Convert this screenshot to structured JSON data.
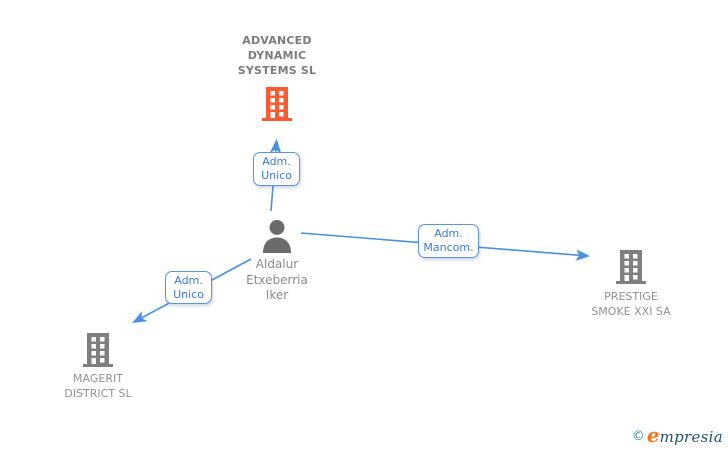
{
  "colors": {
    "accent_blue": "#4a90e2",
    "root_company_orange": "#fb5a32",
    "entity_gray": "#7f7f7f",
    "person_gray": "#6b6b6b"
  },
  "nodes": {
    "root_company": {
      "name": "ADVANCED DYNAMIC SYSTEMS SL"
    },
    "person": {
      "name": "Aldalur Etxeberria Iker"
    },
    "company_right": {
      "name": "PRESTIGE SMOKE XXI SA"
    },
    "company_left": {
      "name": "MAGERIT DISTRICT SL"
    }
  },
  "edges": {
    "person_to_root": {
      "label": "Adm. Unico"
    },
    "person_to_right": {
      "label": "Adm. Mancom."
    },
    "person_to_left": {
      "label": "Adm. Unico"
    }
  },
  "logo": {
    "copyright_symbol": "©",
    "brand_first_letter": "e",
    "brand_rest": "mpresia"
  }
}
